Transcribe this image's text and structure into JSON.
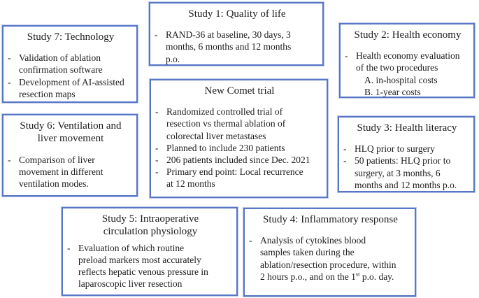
{
  "figure": {
    "bullet_char": "-",
    "border_color": "#5577c5",
    "background": "#ffffff"
  },
  "boxes": {
    "study1": {
      "title": "Study 1: Quality of life",
      "items": [
        "RAND-36 at baseline, 30 days, 3\nmonths, 6 months and 12 months\np.o."
      ]
    },
    "study2": {
      "title": "Study 2: Health economy",
      "items": [
        "Health economy evaluation\nof the two procedures"
      ],
      "sub_items": [
        "A. in-hospital costs",
        "B. 1-year costs"
      ]
    },
    "study3": {
      "title": "Study 3: Health literacy",
      "items": [
        "HLQ prior to surgery",
        "50 patients: HLQ prior to\nsurgery, at 3 months, 6\nmonths and 12 months p.o."
      ]
    },
    "study4": {
      "title": "Study 4: Inflammatory response",
      "item_parts": {
        "pre": "Analysis of cytokines blood\nsamples taken during the\nablation/resection procedure, within\n2 hours p.o., and on the 1",
        "sup": "st",
        "post": " p.o. day."
      }
    },
    "study5": {
      "title": "Study 5: Intraoperative\ncirculation physiology",
      "items": [
        "Evaluation of which routine\npreload markers most accurately\nreflects hepatic venous pressure in\nlaparoscopic liver resection"
      ]
    },
    "study6": {
      "title": "Study 6: Ventilation and\nliver movement",
      "items": [
        "Comparison of liver\nmovement in different\nventilation modes."
      ]
    },
    "study7": {
      "title": "Study 7: Technology",
      "items": [
        "Validation of ablation\nconfirmation software",
        "Development of AI-assisted\nresection maps"
      ]
    },
    "comet": {
      "title": "New Comet trial",
      "items": [
        "Randomized controlled trial of\nresection vs thermal ablation of\ncolorectal liver metastases",
        "Planned to include 230 patients",
        "206 patients included since Dec. 2021",
        "Primary end point: Local recurrence\nat 12 months"
      ]
    }
  }
}
